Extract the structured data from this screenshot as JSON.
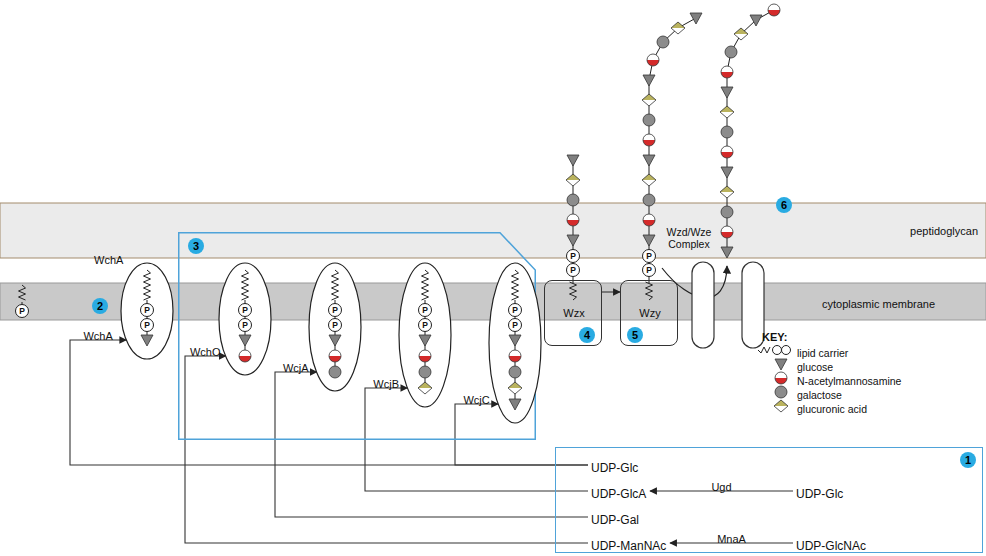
{
  "diagram": {
    "nodes": [
      {
        "text": [
          "peptidoglycan"
        ]
      },
      {
        "text": [
          "Wzd/Wze Complex"
        ]
      },
      {
        "text": [
          "cytoplasmic membrane"
        ]
      },
      {
        "text": [
          "WchA",
          "P",
          "P"
        ]
      },
      {
        "text": [
          "3"
        ]
      },
      {
        "text": [
          "P",
          "P"
        ],
        "in": 4
      },
      {
        "text": [
          "P",
          "P"
        ],
        "in": 4
      },
      {
        "text": [
          "P",
          "P"
        ],
        "in": 4
      },
      {
        "text": [
          "P",
          "P"
        ],
        "in": 4
      },
      {
        "text": [
          "Wzx",
          "4"
        ]
      },
      {
        "text": [
          "Wzy",
          "5"
        ]
      },
      {
        "text": [
          "1"
        ]
      },
      {
        "text": [
          "UDP-Glc"
        ],
        "in": 11
      },
      {
        "text": [
          "UDP-GlcA"
        ],
        "in": 11
      },
      {
        "text": [
          "UDP-Gal"
        ],
        "in": 11
      },
      {
        "text": [
          "UDP-ManNAc"
        ],
        "in": 11
      },
      {
        "text": [
          "UDP-Glc"
        ],
        "in": 11
      },
      {
        "text": [
          "UDP-GlcNAc"
        ],
        "in": 11
      }
    ],
    "edges": [
      {
        "from": 12,
        "to": 3,
        "arrow": "to",
        "label": "WchA"
      },
      {
        "from": 15,
        "to": 5,
        "arrow": "to",
        "label": "WchO"
      },
      {
        "from": 14,
        "to": 6,
        "arrow": "to",
        "label": "WcjA"
      },
      {
        "from": 13,
        "to": 7,
        "arrow": "to",
        "label": "WcjB"
      },
      {
        "from": 12,
        "to": 8,
        "arrow": "to",
        "label": "WcjC"
      },
      {
        "from": 9,
        "to": 10,
        "arrow": "to"
      },
      {
        "from": 16,
        "to": 13,
        "arrow": "to",
        "label": "Ugd"
      },
      {
        "from": 17,
        "to": 15,
        "arrow": "to",
        "label": "MnaA"
      }
    ],
    "labels": [
      "P",
      "2",
      "P",
      "P",
      "P",
      "P",
      "6",
      "KEY:"
    ],
    "legend": [
      {
        "text": "lipid carrier"
      },
      {
        "text": "glucose"
      },
      {
        "text": "N-acetylmannosamine"
      },
      {
        "text": "galactose"
      },
      {
        "text": "glucuronic acid"
      }
    ]
  }
}
